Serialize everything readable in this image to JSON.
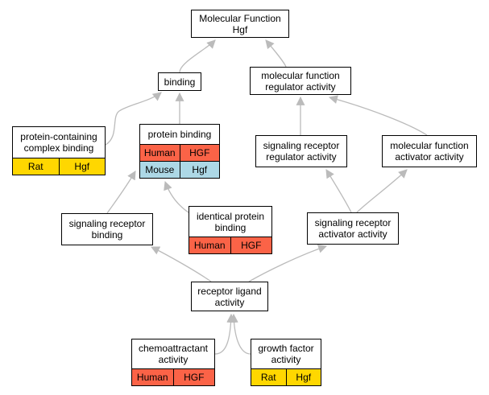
{
  "colors": {
    "edge": "#bbbbbb",
    "human": "#fb6347",
    "rat": "#ffd700",
    "mouse": "#add8e6"
  },
  "nodes": [
    {
      "id": "mf-root",
      "label": "Molecular Function\nHgf",
      "rows": []
    },
    {
      "id": "binding",
      "label": "binding",
      "rows": []
    },
    {
      "id": "mf-regulator",
      "label": "molecular function\nregulator activity",
      "rows": []
    },
    {
      "id": "protein-containing-complex-binding",
      "label": "protein-containing\ncomplex binding",
      "rows": [
        {
          "species": "Rat",
          "gene": "Hgf",
          "color": "rat"
        }
      ]
    },
    {
      "id": "protein-binding",
      "label": "protein binding",
      "rows": [
        {
          "species": "Human",
          "gene": "HGF",
          "color": "human"
        },
        {
          "species": "Mouse",
          "gene": "Hgf",
          "color": "mouse"
        }
      ]
    },
    {
      "id": "signaling-receptor-regulator",
      "label": "signaling receptor\nregulator activity",
      "rows": []
    },
    {
      "id": "mf-activator",
      "label": "molecular function\nactivator activity",
      "rows": []
    },
    {
      "id": "signaling-receptor-binding",
      "label": "signaling receptor\nbinding",
      "rows": []
    },
    {
      "id": "identical-protein-binding",
      "label": "identical protein\nbinding",
      "rows": [
        {
          "species": "Human",
          "gene": "HGF",
          "color": "human"
        }
      ]
    },
    {
      "id": "signaling-receptor-activator",
      "label": "signaling receptor\nactivator activity",
      "rows": []
    },
    {
      "id": "receptor-ligand",
      "label": "receptor ligand\nactivity",
      "rows": []
    },
    {
      "id": "chemoattractant",
      "label": "chemoattractant\nactivity",
      "rows": [
        {
          "species": "Human",
          "gene": "HGF",
          "color": "human"
        }
      ]
    },
    {
      "id": "growth-factor",
      "label": "growth factor\nactivity",
      "rows": [
        {
          "species": "Rat",
          "gene": "Hgf",
          "color": "rat"
        }
      ]
    }
  ],
  "edges": [
    {
      "from": "binding",
      "to": "mf-root"
    },
    {
      "from": "mf-regulator",
      "to": "mf-root"
    },
    {
      "from": "protein-containing-complex-binding",
      "to": "binding"
    },
    {
      "from": "protein-binding",
      "to": "binding"
    },
    {
      "from": "signaling-receptor-regulator",
      "to": "mf-regulator"
    },
    {
      "from": "mf-activator",
      "to": "mf-regulator"
    },
    {
      "from": "signaling-receptor-binding",
      "to": "protein-binding"
    },
    {
      "from": "identical-protein-binding",
      "to": "protein-binding"
    },
    {
      "from": "signaling-receptor-activator",
      "to": "signaling-receptor-regulator"
    },
    {
      "from": "signaling-receptor-activator",
      "to": "mf-activator"
    },
    {
      "from": "receptor-ligand",
      "to": "signaling-receptor-binding"
    },
    {
      "from": "receptor-ligand",
      "to": "signaling-receptor-activator"
    },
    {
      "from": "chemoattractant",
      "to": "receptor-ligand"
    },
    {
      "from": "growth-factor",
      "to": "receptor-ligand"
    }
  ]
}
